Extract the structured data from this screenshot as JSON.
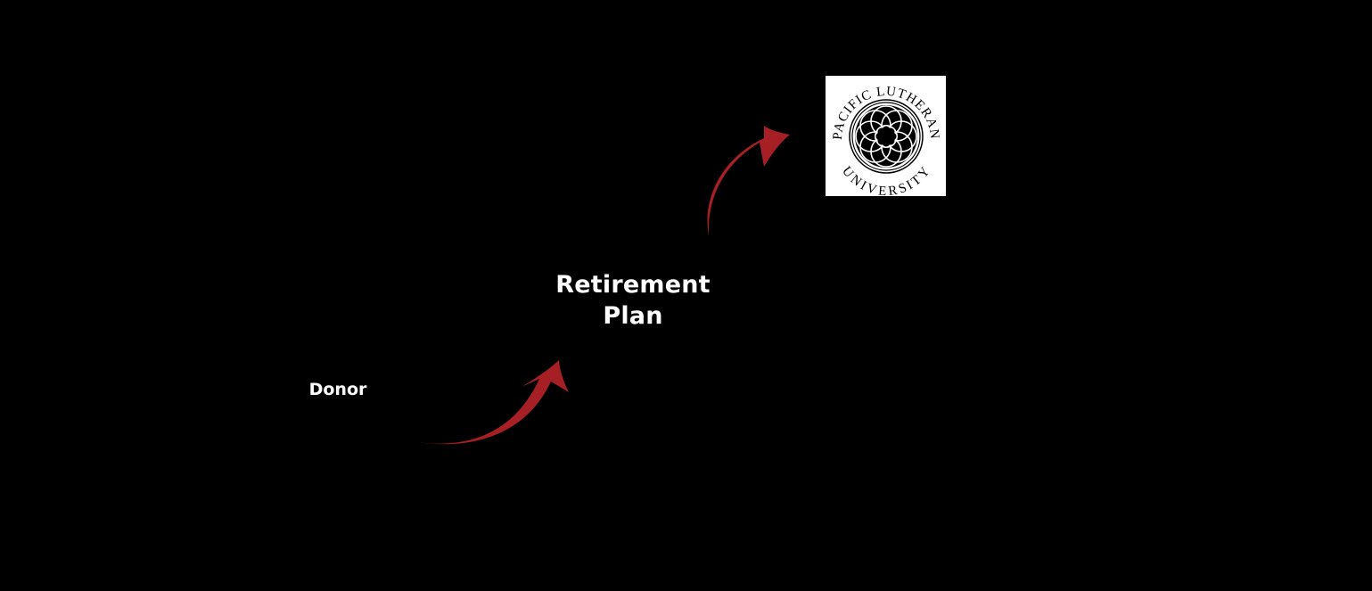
{
  "diagram": {
    "nodes": [
      {
        "id": "donor",
        "label": "Donor"
      },
      {
        "id": "retirement_plan",
        "label_lines": [
          "Retirement",
          "Plan"
        ]
      },
      {
        "id": "university",
        "logo": {
          "top_text": "PACIFIC LUTHERAN",
          "bottom_text": "UNIVERSITY",
          "icon": "rose-window-seal-icon"
        }
      }
    ],
    "edges": [
      {
        "from": "donor",
        "to": "retirement_plan"
      },
      {
        "from": "retirement_plan",
        "to": "university"
      }
    ]
  },
  "colors": {
    "background": "#000000",
    "arrow": "#a51f24",
    "text": "#ffffff",
    "logo_bg": "#ffffff",
    "logo_fg": "#000000"
  }
}
